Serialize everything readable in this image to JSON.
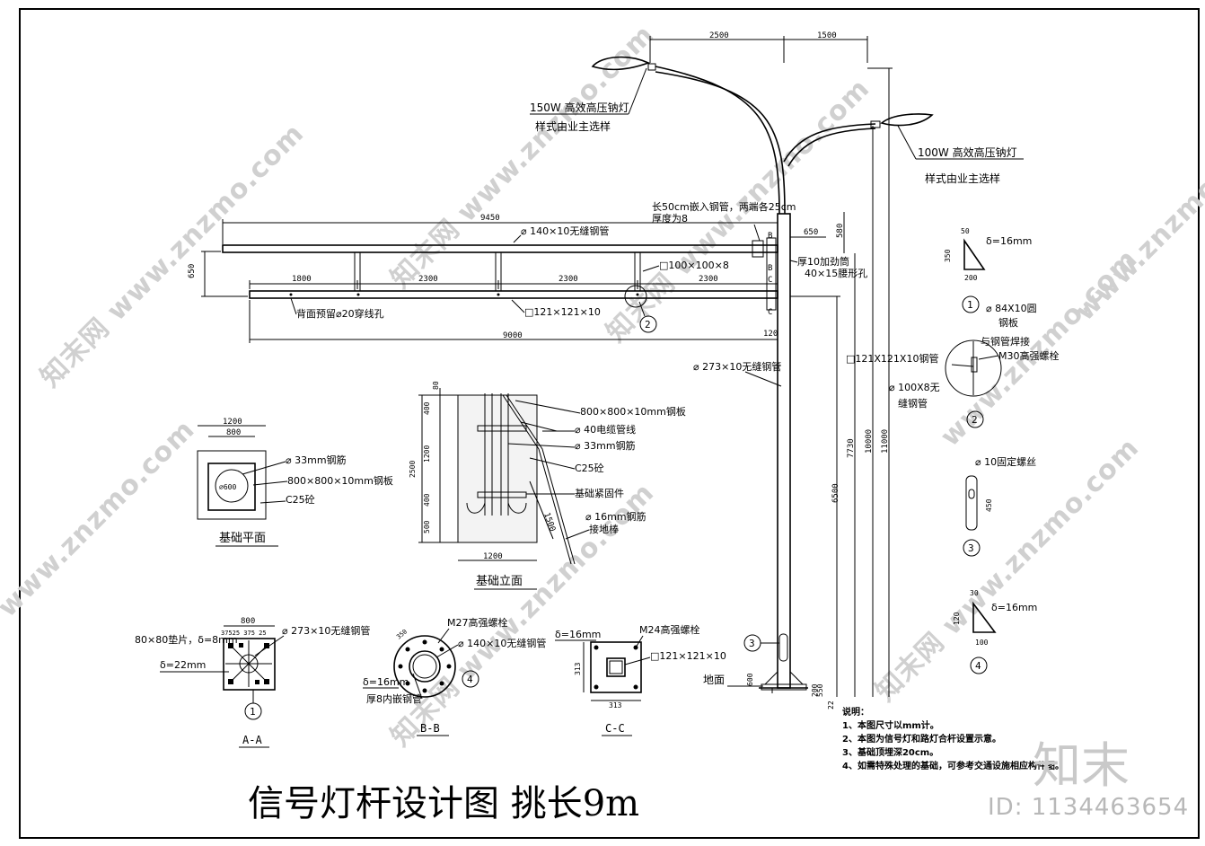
{
  "title": "信号灯杆设计图  挑长9m",
  "watermark": {
    "site": "www.znzmo.com",
    "brand": "知末网",
    "logo": "知末",
    "id": "ID: 1134463654"
  },
  "lamps": {
    "lamp1_line1": "150W 高效高压钠灯",
    "lamp1_line2": "样式由业主选样",
    "lamp2_line1": "100W 高效高压钠灯",
    "lamp2_line2": "样式由业主选样"
  },
  "dims": {
    "top_2500": "2500",
    "top_1500": "1500",
    "d9450": "9450",
    "d650": "650",
    "d650b": "650",
    "d580": "580",
    "d1800": "1800",
    "d2300a": "2300",
    "d2300b": "2300",
    "d2300c": "2300",
    "d9000": "9000",
    "d120": "120",
    "d7730": "7730",
    "d10000": "10000",
    "d11000": "11000",
    "d6500": "6500",
    "d600": "600",
    "d200": "200",
    "d22": "22",
    "d550": "550"
  },
  "labels": {
    "pipe140": "⌀ 140×10无缝钢管",
    "embed1": "长50cm嵌入钢管，两端各25cm",
    "embed2": "厚度为8",
    "sq100": "□100×100×8",
    "sq121": "□121×121×10",
    "hole20": "背面预留⌀20穿线孔",
    "stiff": "厚10加劲筒",
    "slot": "40×15腰形孔",
    "pipe273": "⌀ 273×10无缝钢管",
    "sq121b": "□121X121X10钢管",
    "pipe100a": "⌀  100X8无",
    "pipe100b": "缝钢管",
    "plate84a": "⌀ 84X10圆",
    "plate84b": "钢板",
    "plate84c": "与钢管焊接",
    "m30": "M30高强螺栓",
    "ground": "地面",
    "markB1": "B",
    "markB2": "B",
    "markC1": "C",
    "markC2": "C"
  },
  "details": {
    "d1_delta": "δ=16mm",
    "d1_50": "50",
    "d1_350": "350",
    "d1_200": "200",
    "d1_num": "1",
    "d2_num": "2",
    "d3_bolt": "⌀ 10固定螺丝",
    "d3_450": "450",
    "d3_num": "3",
    "d4_delta": "δ=16mm",
    "d4_30": "30",
    "d4_120": "120",
    "d4_100": "100",
    "d4_num": "4"
  },
  "foundation_plan": {
    "w1200": "1200",
    "w800": "800",
    "rebar": "⌀ 33mm钢筋",
    "plate": "800×800×10mm钢板",
    "concrete": "C25砼",
    "circle": "⌀600",
    "caption": "基础平面"
  },
  "foundation_elev": {
    "h80": "80",
    "h400": "400",
    "h1200": "1200",
    "h400b": "400",
    "h500": "500",
    "h2500": "2500",
    "w1200": "1200",
    "d1500": "1500",
    "plate": "800×800×10mm钢板",
    "cable": "⌀ 40电缆管线",
    "rebar": "⌀ 33mm钢筋",
    "concrete": "C25砼",
    "fastener": "基础紧固件",
    "rebar16": "⌀ 16mm钢筋",
    "earth": "接地棒",
    "caption": "基础立面"
  },
  "sectionAA": {
    "w800": "800",
    "sub": "37525 375 25",
    "shim": "80×80垫片，δ=8mm",
    "delta22": "δ=22mm",
    "pipe": "⌀ 273×10无缝钢管",
    "num": "1",
    "caption": "A-A"
  },
  "sectionBB": {
    "bolt": "M27高强螺栓",
    "pipe": "⌀ 140×10无缝钢管",
    "delta": "δ=16mm",
    "inner": "厚8内嵌钢管",
    "num": "4",
    "d350": "350",
    "caption": "B-B"
  },
  "sectionCC": {
    "delta": "δ=16mm",
    "bolt": "M24高强螺栓",
    "tube": "□121×121×10",
    "d313a": "313",
    "d313b": "313",
    "caption": "C-C"
  },
  "notes": {
    "head": "说明：",
    "n1": "1、本图尺寸以mm计。",
    "n2": "2、本图为信号灯和路灯合杆设置示意。",
    "n3": "3、基础顶埋深20cm。",
    "n4": "4、如需特殊处理的基础，可参考交通设施相应构件图。"
  }
}
